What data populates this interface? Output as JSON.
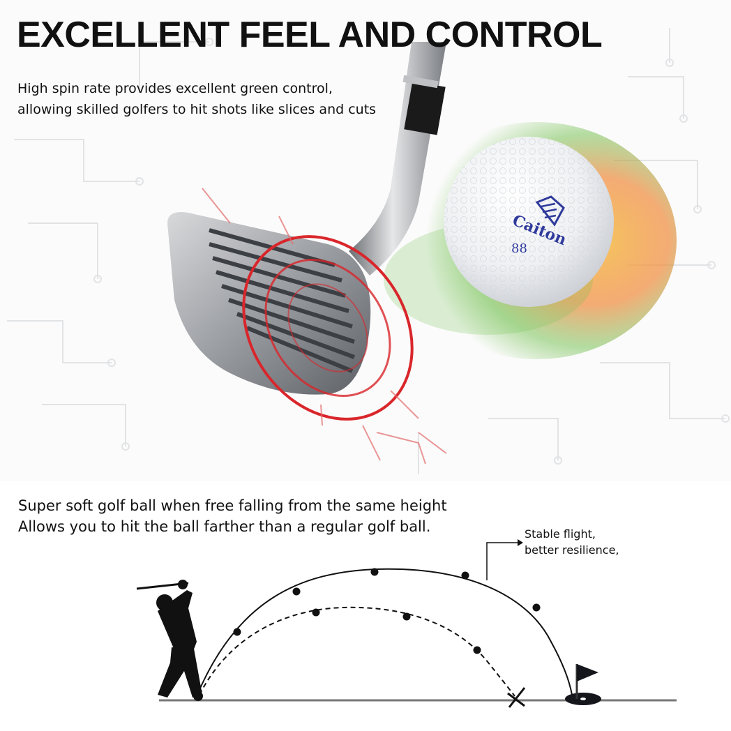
{
  "headline": "EXCELLENT FEEL AND CONTROL",
  "spin_text": {
    "line1": "High spin rate provides excellent green control,",
    "line2": "allowing skilled golfers to hit shots like slices and cuts"
  },
  "ball": {
    "brand": "Caiton",
    "number": "88",
    "logo_color": "#2f3a9c"
  },
  "flight_text": {
    "line1": "Super soft golf ball when free falling from the same height",
    "line2": "Allows you to hit the ball farther than a regular golf ball."
  },
  "callout": {
    "line1": "Stable flight,",
    "line2": "better resilience,"
  },
  "colors": {
    "impact_red": "#d9262b",
    "trail_orange": "#f08a3a",
    "trail_green": "#79c257",
    "ground": "#777777"
  }
}
